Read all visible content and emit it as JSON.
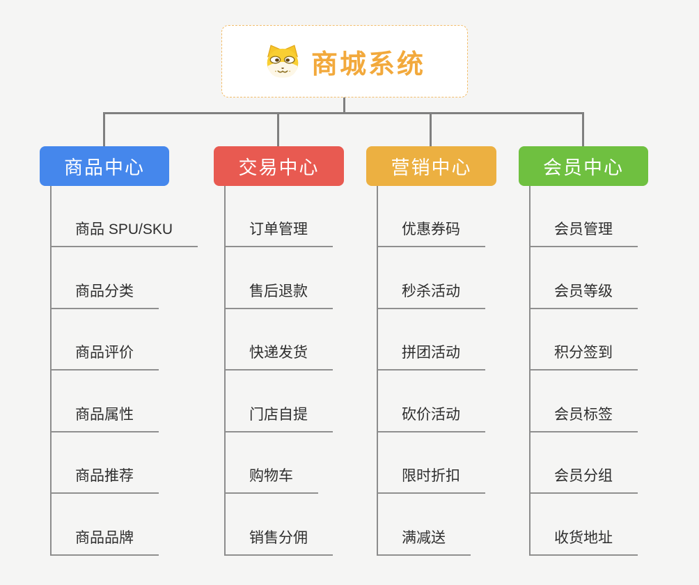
{
  "root": {
    "title": "商城系统",
    "icon": "doge-face-icon"
  },
  "branches": [
    {
      "id": "product-center",
      "label": "商品中心",
      "color": "#4587EC",
      "items": [
        "商品 SPU/SKU",
        "商品分类",
        "商品评价",
        "商品属性",
        "商品推荐",
        "商品品牌"
      ]
    },
    {
      "id": "trade-center",
      "label": "交易中心",
      "color": "#E85A51",
      "items": [
        "订单管理",
        "售后退款",
        "快递发货",
        "门店自提",
        "购物车",
        "销售分佣"
      ]
    },
    {
      "id": "marketing-center",
      "label": "营销中心",
      "color": "#ECB041",
      "items": [
        "优惠券码",
        "秒杀活动",
        "拼团活动",
        "砍价活动",
        "限时折扣",
        "满减送"
      ]
    },
    {
      "id": "member-center",
      "label": "会员中心",
      "color": "#6FC040",
      "items": [
        "会员管理",
        "会员等级",
        "积分签到",
        "会员标签",
        "会员分组",
        "收货地址"
      ]
    }
  ],
  "colors": {
    "background": "#F5F5F4",
    "connector_line": "#7F7F7F",
    "leaf_underline": "#8F8F8F",
    "root_border": "#F2BC68",
    "root_title": "#F2A93C",
    "leaf_text": "#2E2E2E",
    "branch_text": "#FFFFFF"
  }
}
